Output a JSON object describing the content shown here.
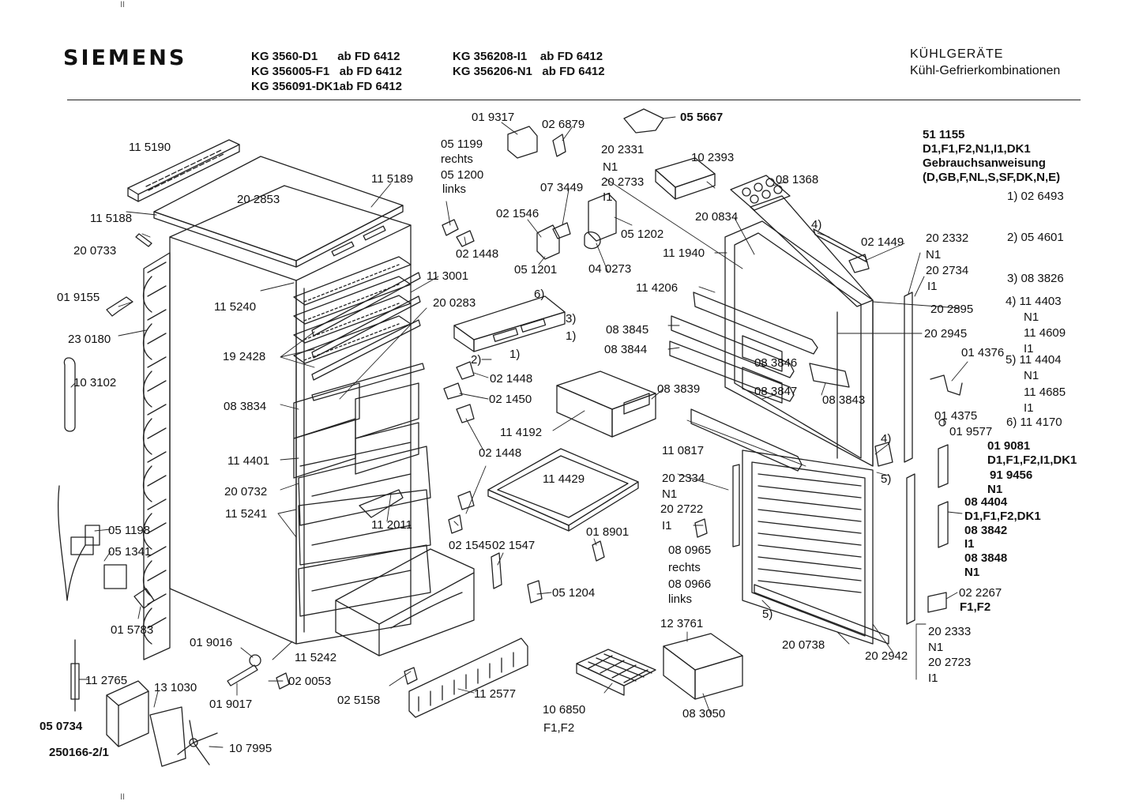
{
  "header": {
    "brand": "SIEMENS",
    "models_left": [
      "KG 3560-D1      ab FD 6412",
      "KG 356005-F1   ab FD 6412",
      "KG 356091-DK1ab FD 6412"
    ],
    "models_right": [
      "KG 356208-I1    ab FD 6412",
      "KG 356206-N1   ab FD 6412"
    ],
    "category": "KÜHLGERÄTE",
    "subcategory": "Kühl-Gefrierkombinationen"
  },
  "doc_info": {
    "lines": [
      "51 1155",
      "D1,F1,F2,N1,I1,DK1",
      "Gebrauchsanweisung",
      "(D,GB,F,NL,S,SF,DK,N,E)"
    ]
  },
  "notes": [
    "1) 02 6493",
    "2) 05 4601",
    "3) 08 3826",
    "4) 11 4403",
    "N1",
    "11 4609",
    "I1",
    "5) 11 4404",
    "N1",
    "11 4685",
    "I1",
    "6) 11 4170"
  ],
  "parts": [
    {
      "text": "11 5190",
      "bold": false
    },
    {
      "text": "20 2853",
      "bold": false
    },
    {
      "text": "11 5189",
      "bold": false
    },
    {
      "text": "11 5188",
      "bold": false
    },
    {
      "text": "20 0733",
      "bold": false
    },
    {
      "text": "01 9155",
      "bold": false
    },
    {
      "text": "23 0180",
      "bold": false
    },
    {
      "text": "10 3102",
      "bold": false
    },
    {
      "text": "11 5240",
      "bold": false
    },
    {
      "text": "11 3001",
      "bold": false
    },
    {
      "text": "20 0283",
      "bold": false
    },
    {
      "text": "19 2428",
      "bold": false
    },
    {
      "text": "08 3834",
      "bold": false
    },
    {
      "text": "11 4401",
      "bold": false
    },
    {
      "text": "20 0732",
      "bold": false
    },
    {
      "text": "11 5241",
      "bold": false
    },
    {
      "text": "11 2011",
      "bold": false
    },
    {
      "text": "05 1198",
      "bold": false
    },
    {
      "text": "05 1341",
      "bold": false
    },
    {
      "text": "01 5783",
      "bold": false
    },
    {
      "text": "11 5242",
      "bold": false
    },
    {
      "text": "01 9016",
      "bold": false
    },
    {
      "text": "02 0053",
      "bold": false
    },
    {
      "text": "01 9017",
      "bold": false
    },
    {
      "text": "11 2765",
      "bold": false
    },
    {
      "text": "13 1030",
      "bold": false
    },
    {
      "text": "05 0734",
      "bold": true
    },
    {
      "text": "10 7995",
      "bold": false
    },
    {
      "text": "250166-2/1",
      "bold": true
    },
    {
      "text": "01 9317",
      "bold": false
    },
    {
      "text": "02 6879",
      "bold": false
    },
    {
      "text": "05 5667",
      "bold": true
    },
    {
      "text": "05 1199",
      "bold": false
    },
    {
      "text": "rechts",
      "bold": false
    },
    {
      "text": "05 1200",
      "bold": false
    },
    {
      "text": "links",
      "bold": false
    },
    {
      "text": "02 1448",
      "bold": false
    },
    {
      "text": "07 3449",
      "bold": false
    },
    {
      "text": "02 1546",
      "bold": false
    },
    {
      "text": "05 1201",
      "bold": false
    },
    {
      "text": "04 0273",
      "bold": false
    },
    {
      "text": "05 1202",
      "bold": false
    },
    {
      "text": "20 2331",
      "bold": false
    },
    {
      "text": "N1",
      "bold": false
    },
    {
      "text": "20 2733",
      "bold": false
    },
    {
      "text": "I1",
      "bold": false
    },
    {
      "text": "10 2393",
      "bold": false
    },
    {
      "text": "08 1368",
      "bold": false
    },
    {
      "text": "20 0834",
      "bold": false
    },
    {
      "text": "11 1940",
      "bold": false
    },
    {
      "text": "6)",
      "bold": false
    },
    {
      "text": "3)",
      "bold": false
    },
    {
      "text": "1)",
      "bold": false
    },
    {
      "text": "2)",
      "bold": false
    },
    {
      "text": "1)",
      "bold": false
    },
    {
      "text": "02 1448",
      "bold": false
    },
    {
      "text": "02 1450",
      "bold": false
    },
    {
      "text": "11 4192",
      "bold": false
    },
    {
      "text": "02 1448",
      "bold": false
    },
    {
      "text": "11 4429",
      "bold": false
    },
    {
      "text": "02 1545",
      "bold": false
    },
    {
      "text": "02 1547",
      "bold": false
    },
    {
      "text": "01 8901",
      "bold": false
    },
    {
      "text": "05 1204",
      "bold": false
    },
    {
      "text": "02 5158",
      "bold": false
    },
    {
      "text": "11 2577",
      "bold": false
    },
    {
      "text": "10 6850",
      "bold": false
    },
    {
      "text": "F1,F2",
      "bold": false
    },
    {
      "text": "12 3761",
      "bold": false
    },
    {
      "text": "08 3050",
      "bold": false
    },
    {
      "text": "11 4206",
      "bold": false
    },
    {
      "text": "08 3845",
      "bold": false
    },
    {
      "text": "08 3844",
      "bold": false
    },
    {
      "text": "08 3839",
      "bold": false
    },
    {
      "text": "08 3846",
      "bold": false
    },
    {
      "text": "08 3847",
      "bold": false
    },
    {
      "text": "08 3843",
      "bold": false
    },
    {
      "text": "11 0817",
      "bold": false
    },
    {
      "text": "20 2334",
      "bold": false
    },
    {
      "text": "N1",
      "bold": false
    },
    {
      "text": "20 2722",
      "bold": false
    },
    {
      "text": "I1",
      "bold": false
    },
    {
      "text": "08 0965",
      "bold": false
    },
    {
      "text": "rechts",
      "bold": false
    },
    {
      "text": "08 0966",
      "bold": false
    },
    {
      "text": "links",
      "bold": false
    },
    {
      "text": "4)",
      "bold": false
    },
    {
      "text": "02 1449",
      "bold": false
    },
    {
      "text": "20 2332",
      "bold": false
    },
    {
      "text": "N1",
      "bold": false
    },
    {
      "text": "20 2734",
      "bold": false
    },
    {
      "text": "I1",
      "bold": false
    },
    {
      "text": "20 2895",
      "bold": false
    },
    {
      "text": "20 2945",
      "bold": false
    },
    {
      "text": "01 4376",
      "bold": false
    },
    {
      "text": "01 4375",
      "bold": false
    },
    {
      "text": "01 9577",
      "bold": false
    },
    {
      "text": "4)",
      "bold": false
    },
    {
      "text": "5)",
      "bold": false
    },
    {
      "text": "5)",
      "bold": false
    },
    {
      "text": "20 0738",
      "bold": false
    },
    {
      "text": "20 2942",
      "bold": false
    },
    {
      "text": "01 9081",
      "bold": true
    },
    {
      "text": "D1,F1,F2,I1,DK1",
      "bold": true
    },
    {
      "text": "91 9456",
      "bold": true
    },
    {
      "text": "N1",
      "bold": true
    },
    {
      "text": "08 4404",
      "bold": true
    },
    {
      "text": "D1,F1,F2,DK1",
      "bold": true
    },
    {
      "text": "08 3842",
      "bold": true
    },
    {
      "text": "I1",
      "bold": true
    },
    {
      "text": "08 3848",
      "bold": true
    },
    {
      "text": "N1",
      "bold": true
    },
    {
      "text": "02 2267",
      "bold": false
    },
    {
      "text": "F1,F2",
      "bold": true
    },
    {
      "text": "20 2333",
      "bold": false
    },
    {
      "text": "N1",
      "bold": false
    },
    {
      "text": "20 2723",
      "bold": false
    },
    {
      "text": "I1",
      "bold": false
    }
  ]
}
